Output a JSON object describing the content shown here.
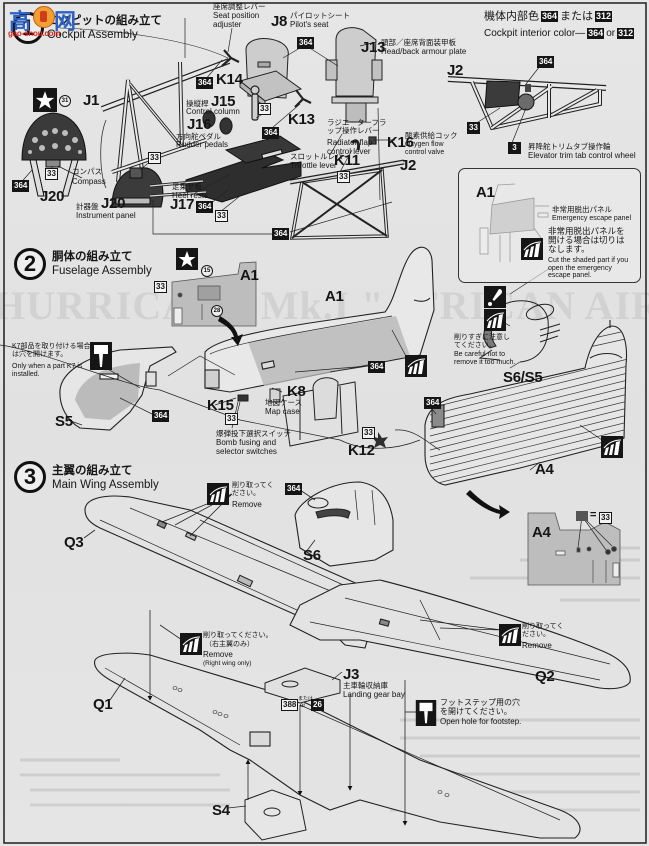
{
  "watermark": {
    "char_left": "高",
    "char_right": "网",
    "site": "gao-shou.com"
  },
  "bleed_through_title": "HURRICANE Mk.I  \"AFRICAN AIR FORCE\"",
  "colors": {
    "c364": "364",
    "c312": "312",
    "c33": "33",
    "c3": "3",
    "c388": "388",
    "c26": "26"
  },
  "decals": {
    "d31": "31",
    "d15": "15",
    "d28": "28"
  },
  "icons": {
    "decal": "star-decal-icon",
    "remove": "remove-shaded-part-icon",
    "drill": "drill-hole-icon",
    "caution": "caution-icon",
    "arrow": "direction-arrow-icon"
  },
  "interior_color": {
    "jp_label": "機体内部色",
    "jp_or": "または",
    "en_label": "Cockpit interior color—",
    "en_or": "or"
  },
  "step1": {
    "number": "1",
    "title_jp": "コクピットの組み立て",
    "title_en": "Cockpit Assembly",
    "parts": {
      "j1": "J1",
      "j8": "J8",
      "j13": "J13",
      "k14": "K14",
      "j15": "J15",
      "k13": "K13",
      "j16": "J16",
      "k16": "K16",
      "k11": "K11",
      "j2": "J2",
      "j17": "J17",
      "j20": "J20"
    },
    "seat_adjuster": {
      "jp": "座席調整レバー",
      "en": "Seat position adjuster"
    },
    "pilot_seat": {
      "jp": "パイロットシート",
      "en": "Pilot's seat"
    },
    "armour_plate": {
      "jp": "頭部／座席背面装甲板",
      "en": "Head/back armour plate"
    },
    "control_column": {
      "jp": "操縦桿",
      "en": "Control column"
    },
    "rudder_pedals": {
      "jp": "方向舵ペダル",
      "en": "Rudder pedals"
    },
    "radiator_lever": {
      "jp": "ラジエーターフラップ操作レバー",
      "en": "Radiator flap control lever"
    },
    "oxygen_valve": {
      "jp": "酸素供給コック",
      "en": "Oxygen flow control valve"
    },
    "throttle_lever": {
      "jp": "スロットルレバー",
      "en": "Throttle lever"
    },
    "heel_rests": {
      "jp": "足乗せ板",
      "en": "Heel rests"
    },
    "compass": {
      "jp": "コンパス",
      "en": "Compass"
    },
    "instrument_panel": {
      "jp": "計器盤",
      "en": "Instrument panel"
    },
    "trim_wheel": {
      "jp": "昇降舵トリムタブ操作輪",
      "en": "Elevator trim tab control wheel"
    },
    "escape_inset": {
      "part": "A1",
      "panel_jp": "非常用脱出パネル",
      "panel_en": "Emergency escape panel",
      "cut_jp": "非常用脱出パネルを開ける場合は切りはなします。",
      "cut_en": "Cut the shaded part if you open the emergency escape panel."
    }
  },
  "step2": {
    "number": "2",
    "title_jp": "胴体の組み立て",
    "title_en": "Fuselage Assembly",
    "parts": {
      "a1": "A1",
      "s5": "S5",
      "k15": "K15",
      "k8": "K8",
      "k12": "K12",
      "s6_s5": "S6/S5",
      "a4": "A4"
    },
    "k7_note": {
      "jp": "K7部品を取り付ける場合は穴を開けます。",
      "en": "Only when a part K7 is installed."
    },
    "map_case": {
      "jp": "地図ケース",
      "en": "Map case"
    },
    "bomb_switches": {
      "jp": "爆弾投下選択スイッチ",
      "en": "Bomb fusing and selector switches"
    },
    "careful_note": {
      "jp": "削りすぎに注意してください。",
      "en": "Be careful not to remove it too much."
    }
  },
  "step3": {
    "number": "3",
    "title_jp": "主翼の組み立て",
    "title_en": "Main Wing Assembly",
    "parts": {
      "q1": "Q1",
      "q2": "Q2",
      "q3": "Q3",
      "s6": "S6",
      "j3": "J3",
      "s4": "S4",
      "a4": "A4"
    },
    "remove_note": {
      "jp": "削り取ってください。",
      "en": "Remove"
    },
    "remove_right_wing": {
      "jp": "削り取ってください。",
      "jp2": "（右主翼のみ）",
      "en": "Remove",
      "en2": "(Right wing only)"
    },
    "landing_gear_bay": {
      "jp": "主車輪収納庫",
      "en": "Landing gear bay"
    },
    "color_or": {
      "jp": "または",
      "en": "or"
    },
    "footstep": {
      "jp": "フットステップ用の穴を開けてください。",
      "en": "Open hole for footstep."
    },
    "equals": "="
  }
}
